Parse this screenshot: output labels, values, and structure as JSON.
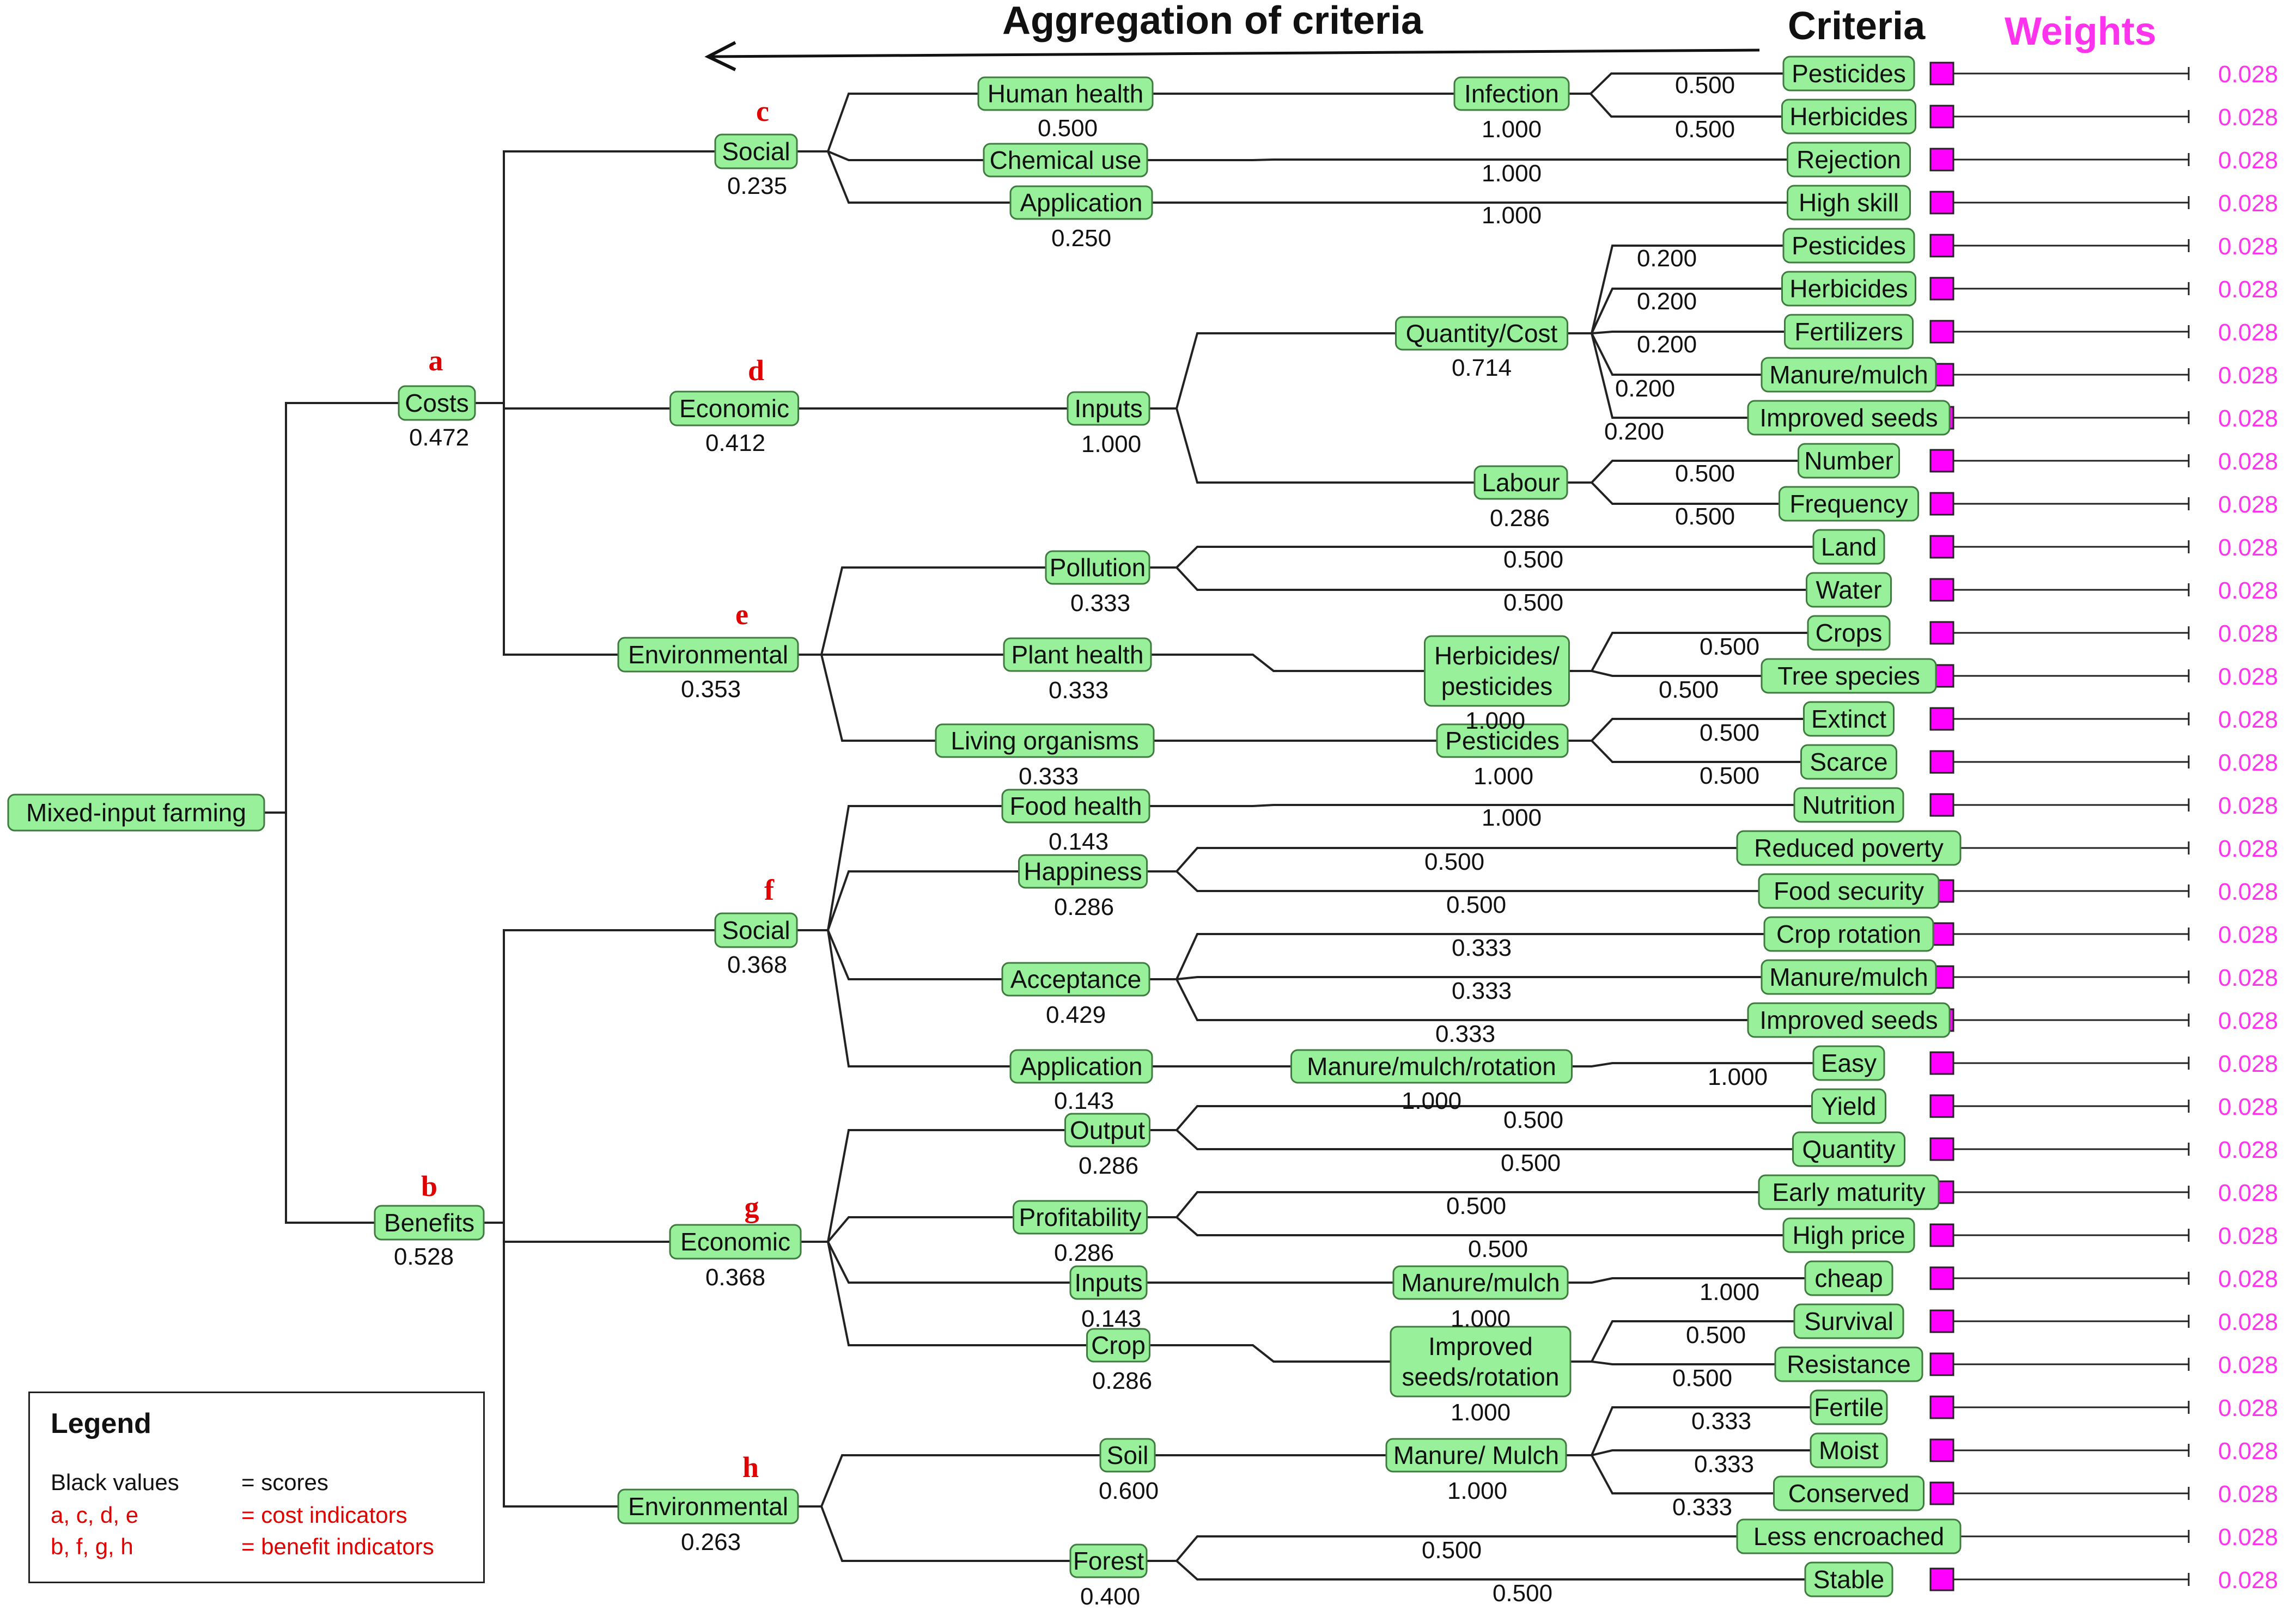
{
  "headers": {
    "aggregation": "Aggregation of criteria",
    "criteria": "Criteria",
    "weights": "Weights"
  },
  "colors": {
    "node_fill": "#98f09a",
    "weights": "#ff33ee",
    "indicator_letters": "#e00000"
  },
  "root": {
    "label": "Mixed-input farming"
  },
  "nodes": [
    {
      "id": "costs",
      "label": "Costs",
      "score": "0.472",
      "letter": "a",
      "parent": "root"
    },
    {
      "id": "benefits",
      "label": "Benefits",
      "score": "0.528",
      "letter": "b",
      "parent": "root"
    },
    {
      "id": "c_social",
      "label": "Social",
      "score": "0.235",
      "letter": "c",
      "parent": "costs"
    },
    {
      "id": "c_economic",
      "label": "Economic",
      "score": "0.412",
      "letter": "d",
      "parent": "costs"
    },
    {
      "id": "c_env",
      "label": "Environmental",
      "score": "0.353",
      "letter": "e",
      "parent": "costs"
    },
    {
      "id": "human_health",
      "label": "Human health",
      "score": "0.500",
      "parent": "c_social"
    },
    {
      "id": "chemical_use",
      "label": "Chemical use",
      "score": "",
      "parent": "c_social"
    },
    {
      "id": "application1",
      "label": "Application",
      "score": "0.250",
      "parent": "c_social"
    },
    {
      "id": "infection",
      "label": "Infection",
      "score": "1.000",
      "parent": "human_health"
    },
    {
      "id": "inputs1",
      "label": "Inputs",
      "score": "1.000",
      "parent": "c_economic"
    },
    {
      "id": "qty_cost",
      "label": "Quantity/Cost",
      "score": "0.714",
      "parent": "inputs1"
    },
    {
      "id": "labour",
      "label": "Labour",
      "score": "0.286",
      "parent": "inputs1"
    },
    {
      "id": "pollution",
      "label": "Pollution",
      "score": "0.333",
      "parent": "c_env"
    },
    {
      "id": "plant_health",
      "label": "Plant health",
      "score": "0.333",
      "parent": "c_env"
    },
    {
      "id": "living_org",
      "label": "Living organisms",
      "score": "0.333",
      "parent": "c_env"
    },
    {
      "id": "herb_pest",
      "label": "Herbicides/ pesticides",
      "score": "1.000",
      "parent": "plant_health"
    },
    {
      "id": "pesticides_mid",
      "label": "Pesticides",
      "score": "1.000",
      "parent": "living_org"
    },
    {
      "id": "b_social",
      "label": "Social",
      "score": "0.368",
      "letter": "f",
      "parent": "benefits"
    },
    {
      "id": "b_economic",
      "label": "Economic",
      "score": "0.368",
      "letter": "g",
      "parent": "benefits"
    },
    {
      "id": "b_env",
      "label": "Environmental",
      "score": "0.263",
      "letter": "h",
      "parent": "benefits"
    },
    {
      "id": "food_health",
      "label": "Food health",
      "score": "0.143",
      "parent": "b_social"
    },
    {
      "id": "happiness",
      "label": "Happiness",
      "score": "0.286",
      "parent": "b_social"
    },
    {
      "id": "acceptance",
      "label": "Acceptance",
      "score": "0.429",
      "parent": "b_social"
    },
    {
      "id": "application2",
      "label": "Application",
      "score": "0.143",
      "parent": "b_social"
    },
    {
      "id": "mmr",
      "label": "Manure/mulch/rotation",
      "score": "1.000",
      "parent": "application2"
    },
    {
      "id": "output",
      "label": "Output",
      "score": "0.286",
      "parent": "b_economic"
    },
    {
      "id": "profitability",
      "label": "Profitability",
      "score": "0.286",
      "parent": "b_economic"
    },
    {
      "id": "inputs2",
      "label": "Inputs",
      "score": "0.143",
      "parent": "b_economic"
    },
    {
      "id": "crop",
      "label": "Crop",
      "score": "0.286",
      "parent": "b_economic"
    },
    {
      "id": "manure_mulch_mid",
      "label": "Manure/mulch",
      "score": "1.000",
      "parent": "inputs2"
    },
    {
      "id": "improved_rot",
      "label": "Improved seeds/rotation",
      "score": "1.000",
      "parent": "crop"
    },
    {
      "id": "soil",
      "label": "Soil",
      "score": "0.600",
      "parent": "b_env"
    },
    {
      "id": "forest",
      "label": "Forest",
      "score": "0.400",
      "parent": "b_env"
    },
    {
      "id": "manure_mulch2",
      "label": "Manure/ Mulch",
      "score": "1.000",
      "parent": "soil"
    }
  ],
  "criteria": [
    {
      "label": "Pesticides",
      "parent": "infection",
      "score": "0.500",
      "weight": "0.028"
    },
    {
      "label": "Herbicides",
      "parent": "infection",
      "score": "0.500",
      "weight": "0.028"
    },
    {
      "label": "Rejection",
      "parent": "chemical_use",
      "score": "1.000",
      "weight": "0.028"
    },
    {
      "label": "High skill",
      "parent": "application1",
      "score": "1.000",
      "weight": "0.028"
    },
    {
      "label": "Pesticides",
      "parent": "qty_cost",
      "score": "0.200",
      "weight": "0.028"
    },
    {
      "label": "Herbicides",
      "parent": "qty_cost",
      "score": "0.200",
      "weight": "0.028"
    },
    {
      "label": "Fertilizers",
      "parent": "qty_cost",
      "score": "0.200",
      "weight": "0.028"
    },
    {
      "label": "Manure/mulch",
      "parent": "qty_cost",
      "score": "0.200",
      "weight": "0.028"
    },
    {
      "label": "Improved seeds",
      "parent": "qty_cost",
      "score": "0.200",
      "weight": "0.028"
    },
    {
      "label": "Number",
      "parent": "labour",
      "score": "0.500",
      "weight": "0.028"
    },
    {
      "label": "Frequency",
      "parent": "labour",
      "score": "0.500",
      "weight": "0.028"
    },
    {
      "label": "Land",
      "parent": "pollution",
      "score": "0.500",
      "weight": "0.028"
    },
    {
      "label": "Water",
      "parent": "pollution",
      "score": "0.500",
      "weight": "0.028"
    },
    {
      "label": "Crops",
      "parent": "herb_pest",
      "score": "0.500",
      "weight": "0.028"
    },
    {
      "label": "Tree species",
      "parent": "herb_pest",
      "score": "0.500",
      "weight": "0.028"
    },
    {
      "label": "Extinct",
      "parent": "pesticides_mid",
      "score": "0.500",
      "weight": "0.028"
    },
    {
      "label": "Scarce",
      "parent": "pesticides_mid",
      "score": "0.500",
      "weight": "0.028"
    },
    {
      "label": "Nutrition",
      "parent": "food_health",
      "score": "1.000",
      "weight": "0.028"
    },
    {
      "label": "Reduced poverty",
      "parent": "happiness",
      "score": "0.500",
      "weight": "0.028"
    },
    {
      "label": "Food security",
      "parent": "happiness",
      "score": "0.500",
      "weight": "0.028"
    },
    {
      "label": "Crop rotation",
      "parent": "acceptance",
      "score": "0.333",
      "weight": "0.028"
    },
    {
      "label": "Manure/mulch",
      "parent": "acceptance",
      "score": "0.333",
      "weight": "0.028"
    },
    {
      "label": "Improved seeds",
      "parent": "acceptance",
      "score": "0.333",
      "weight": "0.028"
    },
    {
      "label": "Easy",
      "parent": "mmr",
      "score": "1.000",
      "weight": "0.028"
    },
    {
      "label": "Yield",
      "parent": "output",
      "score": "0.500",
      "weight": "0.028"
    },
    {
      "label": "Quantity",
      "parent": "output",
      "score": "0.500",
      "weight": "0.028"
    },
    {
      "label": "Early maturity",
      "parent": "profitability",
      "score": "0.500",
      "weight": "0.028"
    },
    {
      "label": "High price",
      "parent": "profitability",
      "score": "0.500",
      "weight": "0.028"
    },
    {
      "label": "cheap",
      "parent": "manure_mulch_mid",
      "score": "1.000",
      "weight": "0.028"
    },
    {
      "label": "Survival",
      "parent": "improved_rot",
      "score": "0.500",
      "weight": "0.028"
    },
    {
      "label": "Resistance",
      "parent": "improved_rot",
      "score": "0.500",
      "weight": "0.028"
    },
    {
      "label": "Fertile",
      "parent": "manure_mulch2",
      "score": "0.333",
      "weight": "0.028"
    },
    {
      "label": "Moist",
      "parent": "manure_mulch2",
      "score": "0.333",
      "weight": "0.028"
    },
    {
      "label": "Conserved",
      "parent": "manure_mulch2",
      "score": "0.333",
      "weight": "0.028"
    },
    {
      "label": "Less encroached",
      "parent": "forest",
      "score": "0.500",
      "weight": "0.028"
    },
    {
      "label": "Stable",
      "parent": "forest",
      "score": "0.500",
      "weight": "0.028"
    }
  ],
  "legend": {
    "title": "Legend",
    "rows": [
      {
        "key": "Black values",
        "value": "= scores",
        "color": "#111111"
      },
      {
        "key": "a, c, d, e",
        "value": "= cost indicators",
        "color": "#e00000"
      },
      {
        "key": "b, f, g, h",
        "value": "= benefit indicators",
        "color": "#e00000"
      }
    ]
  }
}
